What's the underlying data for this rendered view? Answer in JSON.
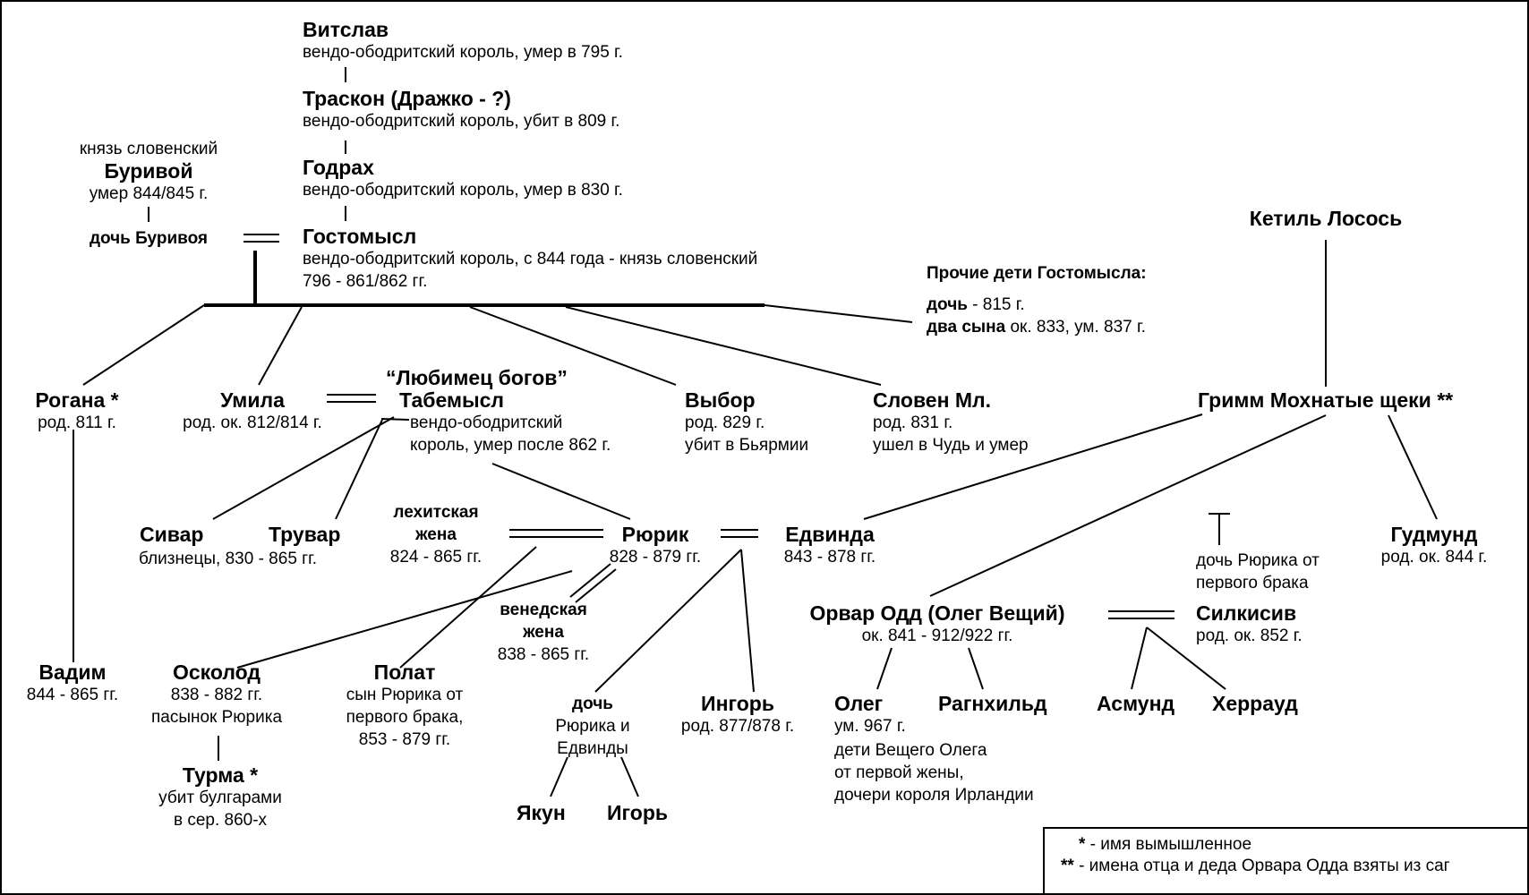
{
  "colors": {
    "line": "#000000",
    "background": "#ffffff"
  },
  "vitslav": {
    "name": "Витслав",
    "desc": "вендо-ободритский король, умер в 795 г."
  },
  "traskon": {
    "name": "Траскон (Дражко - ?)",
    "desc": "вендо-ободритский король, убит в 809 г."
  },
  "godrakh": {
    "name": "Годрах",
    "desc": "вендо-ободритский король, умер в 830 г."
  },
  "gostomysl": {
    "name": "Гостомысл",
    "desc1": "вендо-ободритский король, с 844 года - князь словенский",
    "desc2": "796 - 861/862 гг."
  },
  "burivoy": {
    "title": "князь словенский",
    "name": "Буривой",
    "life": "умер 844/845 г."
  },
  "burivoy_daughter": {
    "name": "дочь Буривоя"
  },
  "other_children": {
    "title": "Прочие дети Гостомысла:",
    "daughter_label": "дочь",
    "daughter_rest": " - 815 г.",
    "sons_label": "два сына",
    "sons_rest": " ок. 833, ум. 837 г."
  },
  "ketil": {
    "name": "Кетиль Лосось"
  },
  "rogana": {
    "name": "Рогана *",
    "life": "род. 811 г."
  },
  "umila": {
    "name": "Умила",
    "life": "род. ок. 812/814 г."
  },
  "tabemysl": {
    "epithet": "“Любимец богов”",
    "name": "Табемысл",
    "desc1": "вендо-ободритский",
    "desc2": "король, умер после 862 г."
  },
  "vybor": {
    "name": "Выбор",
    "life": "род. 829 г.",
    "fate": "убит в Бьярмии"
  },
  "sloven": {
    "name": "Словен Мл.",
    "life": "род.  831 г.",
    "fate": "ушел в Чудь и умер"
  },
  "grimm": {
    "name": "Гримм Мохнатые щеки **"
  },
  "sivar": {
    "name": "Сивар"
  },
  "truvar": {
    "name": "Трувар"
  },
  "twins": {
    "text": "близнецы, 830 - 865 гг."
  },
  "lekh_wife": {
    "line1": "лехитская",
    "line2": "жена",
    "life": "824 - 865 гг."
  },
  "rurik": {
    "name": "Рюрик",
    "life": "828 - 879 гг."
  },
  "edvinda": {
    "name": "Едвинда",
    "life": "843 - 878 гг."
  },
  "gudmund": {
    "name": "Гудмунд",
    "life": "род. ок. 844 г."
  },
  "rurik_daughter_first": {
    "line1": "дочь Рюрика от",
    "line2": "первого брака"
  },
  "vened_wife": {
    "line1": "венедская",
    "line2": "жена",
    "life": "838 - 865 гг."
  },
  "orvar": {
    "name": "Орвар Одд (Олег Вещий)",
    "life": "ок. 841 - 912/922 гг."
  },
  "silkisiv": {
    "name": "Силкисив",
    "life": "род. ок. 852 г."
  },
  "vadim": {
    "name": "Вадим",
    "life": "844 - 865 гг."
  },
  "oskolod": {
    "name": "Осколод",
    "life": "838 - 882 гг.",
    "note": "пасынок Рюрика"
  },
  "polat": {
    "name": "Полат",
    "line1": "сын Рюрика от",
    "line2": "первого брака,",
    "life": "853 - 879 гг."
  },
  "daughter_re": {
    "line1": "дочь",
    "line2": "Рюрика и",
    "line3": "Едвинды"
  },
  "ingor": {
    "name": "Ингорь",
    "life": "род. 877/878 г."
  },
  "oleg": {
    "name": "Олег",
    "life": "ум. 967 г."
  },
  "ragnhild": {
    "name": "Рагнхильд"
  },
  "oleg_children_note": {
    "line1": "дети Вещего Олега",
    "line2": "от первой жены,",
    "line3": "дочери короля Ирландии"
  },
  "asmund": {
    "name": "Асмунд"
  },
  "kherraud": {
    "name": "Херрауд"
  },
  "turma": {
    "name": "Турма *",
    "line1": "убит булгарами",
    "line2": "в сер. 860-х"
  },
  "yakun": {
    "name": "Якун"
  },
  "igor": {
    "name": "Игорь"
  },
  "legend": {
    "mark1": "*",
    "text1": " - имя вымышленное",
    "mark2": "**",
    "text2": " - имена отца и деда Орвара Одда взяты из саг"
  }
}
